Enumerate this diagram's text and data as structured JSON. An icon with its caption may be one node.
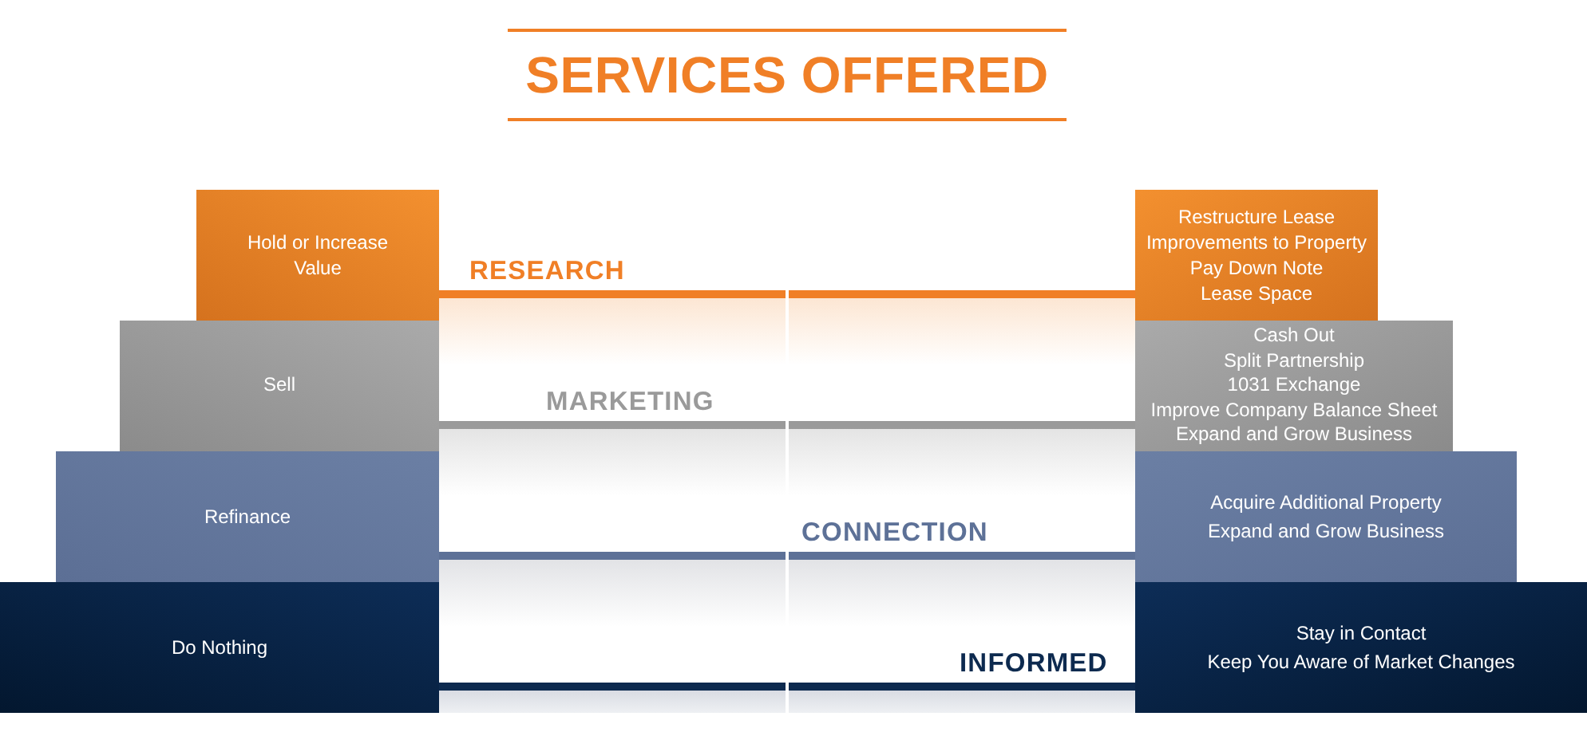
{
  "diagram": {
    "title": "SERVICES OFFERED",
    "nodes": [
      {
        "text": [
          "Hold or Increase Value"
        ]
      },
      {
        "text": [
          "RESEARCH"
        ]
      },
      {
        "text": [
          "Restructure Lease",
          "Improvements to Property",
          "Pay Down Note",
          "Lease Space"
        ]
      },
      {
        "text": [
          "Sell"
        ]
      },
      {
        "text": [
          "MARKETING"
        ]
      },
      {
        "text": [
          "Cash Out",
          "Split Partnership",
          "1031 Exchange",
          "Improve Company Balance Sheet",
          "Expand and Grow Business"
        ]
      },
      {
        "text": [
          "Refinance"
        ]
      },
      {
        "text": [
          "CONNECTION"
        ]
      },
      {
        "text": [
          "Acquire Additional Property",
          "Expand and Grow Business"
        ]
      },
      {
        "text": [
          "Do Nothing"
        ]
      },
      {
        "text": [
          "INFORMED"
        ]
      },
      {
        "text": [
          "Stay in Contact",
          "Keep You Aware of Market Changes"
        ]
      }
    ]
  }
}
